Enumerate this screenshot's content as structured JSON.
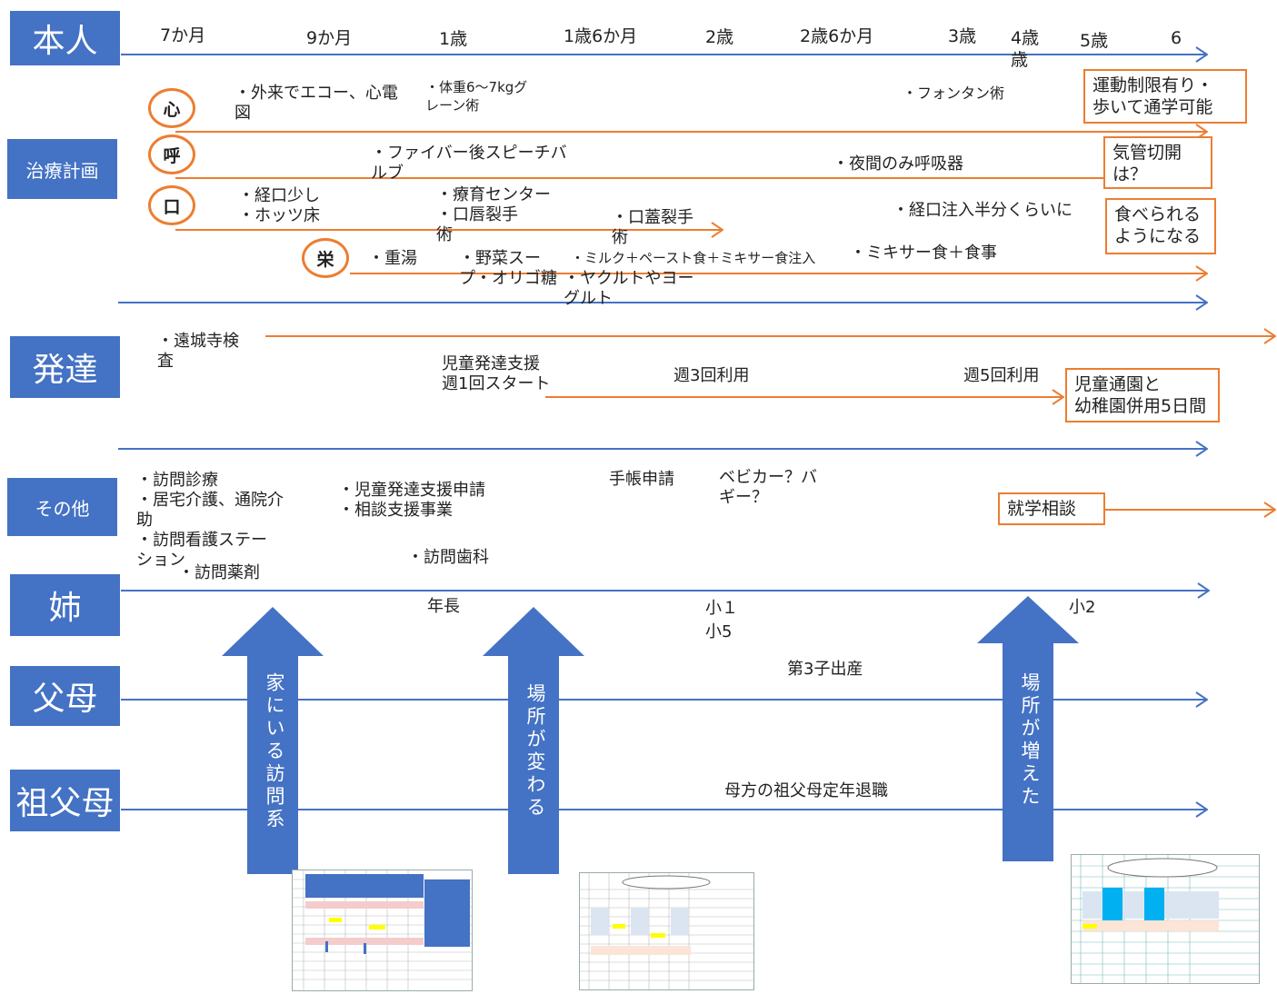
{
  "row_labels": {
    "honnin": "本人",
    "treatment": "治療計画",
    "development": "発達",
    "other": "その他",
    "sister": "姉",
    "parents": "父母",
    "grandparents": "祖父母"
  },
  "ages": [
    "7か月",
    "9か月",
    "1歳",
    "1歳6か月",
    "2歳",
    "2歳6か月",
    "3歳",
    "4歳\n歳",
    "5歳",
    "6"
  ],
  "treatment": {
    "heart": {
      "badge": "心",
      "notes": [
        "・外来でエコー、心電\n図",
        "・体重6〜7kgグ\nレーン術",
        "・フォンタン術"
      ],
      "goal": "運動制限有り・\n歩いて通学可能"
    },
    "breath": {
      "badge": "呼",
      "notes": [
        "・ファイバー後スピーチバ\nルブ",
        "・夜間のみ呼吸器"
      ],
      "goal": "気管切開\nは？"
    },
    "mouth": {
      "badge": "口",
      "notes": [
        "・経口少し\n・ホッツ床",
        "・療育センター\n ・口唇裂手\n術",
        "・口蓋裂手\n術",
        "・経口注入半分くらいに"
      ],
      "goal": "食べられる\nようになる"
    },
    "nutrition": {
      "badge": "栄",
      "notes": [
        "・重湯",
        "・野菜スー\nプ・オリゴ糖",
        "・ミルク＋ペースト食＋ミキサー食注入",
        "・ヤクルトやヨー\nグルト",
        "・ミキサー食＋食事"
      ]
    }
  },
  "development": {
    "notes": [
      "・遠城寺検\n査",
      "児童発達支援\n週1回スタート",
      "週3回利用",
      "週5回利用"
    ],
    "goal": "児童通園と\n幼稚園併用5日間"
  },
  "other": {
    "notes": [
      "・訪問診療\n・居宅介護、通院介\n助\n・訪問看護ステー\nション",
      "・訪問薬剤",
      "・児童発達支援申請\n・相談支援事業",
      "・訪問歯科",
      "手帳申請",
      "ベビカー？バ\nギー？"
    ],
    "goal": "就学相談"
  },
  "sister": {
    "notes": [
      "年長",
      "小１\n小5",
      "小2"
    ]
  },
  "parents": {
    "notes": [
      "第3子出産"
    ]
  },
  "grandparents": {
    "notes": [
      "母方の祖父母定年退職"
    ]
  },
  "big_arrows": [
    "家にいる訪問系",
    "場所が変わる",
    "場所が増えた"
  ],
  "colors": {
    "blue": "#4472c4",
    "orange": "#ed7d31"
  }
}
